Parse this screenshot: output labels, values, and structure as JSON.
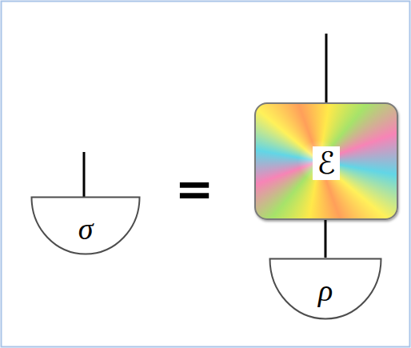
{
  "diagram": {
    "nodes": [
      {
        "text": [
          "σ"
        ]
      },
      {
        "text": [
          "ℰ"
        ]
      },
      {
        "text": [
          "ρ"
        ]
      }
    ],
    "edges": [
      {
        "from": 2,
        "to": 1,
        "arrow": "none"
      }
    ],
    "labels": [
      "="
    ]
  }
}
